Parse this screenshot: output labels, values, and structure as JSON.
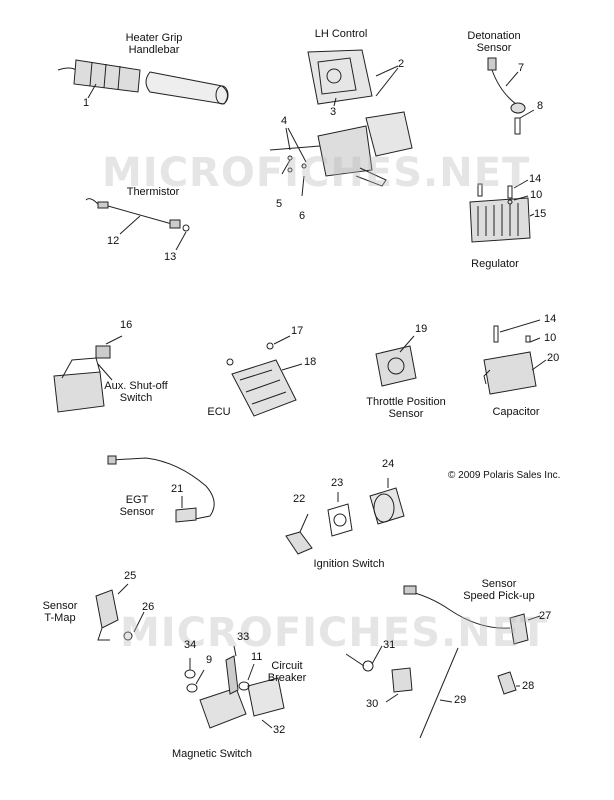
{
  "watermark": "MICROFICHES.NET",
  "copyright": "© 2009 Polaris Sales Inc.",
  "labels": {
    "heater_grip": "Heater Grip\nHandlebar",
    "lh_control": "LH Control",
    "detonation_sensor": "Detonation\nSensor",
    "thermistor": "Thermistor",
    "regulator": "Regulator",
    "aux_shutoff": "Aux. Shut-off\nSwitch",
    "ecu": "ECU",
    "throttle_position": "Throttle Position\nSensor",
    "capacitor": "Capacitor",
    "egt_sensor": "EGT\nSensor",
    "ignition_switch": "Ignition Switch",
    "sensor_tmap": "Sensor\nT-Map",
    "sensor_speed": "Sensor\nSpeed Pick-up",
    "circuit_breaker": "Circuit\nBreaker",
    "magnetic_switch": "Magnetic Switch"
  },
  "callouts": [
    "1",
    "2",
    "3",
    "4",
    "5",
    "6",
    "7",
    "8",
    "10",
    "12",
    "13",
    "14",
    "15",
    "16",
    "17",
    "18",
    "19",
    "14",
    "10",
    "20",
    "21",
    "22",
    "23",
    "24",
    "25",
    "26",
    "27",
    "34",
    "9",
    "33",
    "11",
    "31",
    "30",
    "29",
    "28",
    "32"
  ]
}
